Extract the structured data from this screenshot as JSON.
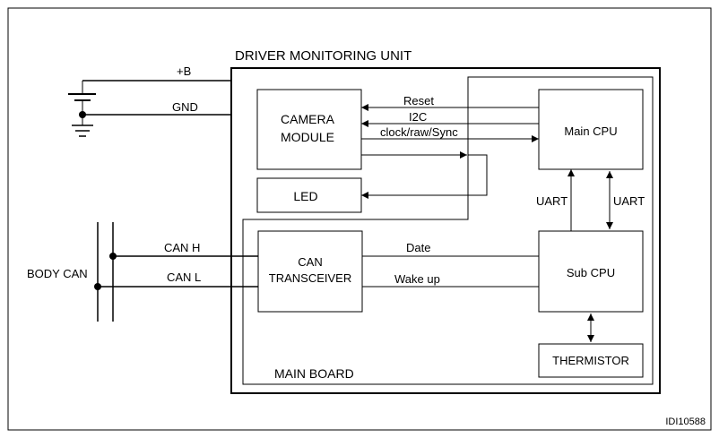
{
  "title": "DRIVER MONITORING UNIT",
  "board_label": "MAIN BOARD",
  "figure_id": "IDI10588",
  "power": {
    "plus_b": "+B",
    "gnd": "GND"
  },
  "bus": {
    "label": "BODY CAN",
    "can_h": "CAN H",
    "can_l": "CAN L"
  },
  "blocks": {
    "camera_line1": "CAMERA",
    "camera_line2": "MODULE",
    "led": "LED",
    "main_cpu": "Main CPU",
    "can_tr_line1": "CAN",
    "can_tr_line2": "TRANSCEIVER",
    "sub_cpu": "Sub CPU",
    "thermistor": "THERMISTOR"
  },
  "signals": {
    "reset": "Reset",
    "i2c": "I2C",
    "clock": "clock/raw/Sync",
    "uart_left": "UART",
    "uart_right": "UART",
    "date": "Date",
    "wakeup": "Wake up"
  }
}
